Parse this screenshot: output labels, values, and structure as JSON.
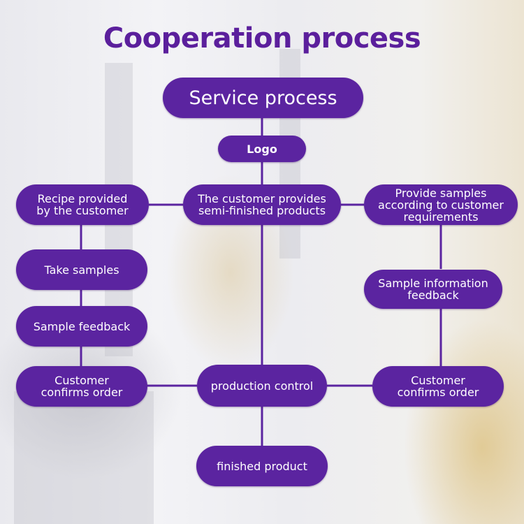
{
  "title": "Cooperation process",
  "colors": {
    "accent": "#5b24a0",
    "title": "#5b1f9c",
    "text": "#ffffff"
  },
  "nodes": {
    "service_process": "Service process",
    "logo": "Logo",
    "recipe_provided": "Recipe provided\nby the customer",
    "customer_provides_semi": "The customer provides\nsemi-finished products",
    "provide_samples": "Provide samples\naccording to customer\nrequirements",
    "take_samples": "Take samples",
    "sample_feedback": "Sample feedback",
    "sample_info_feedback": "Sample information\nfeedback",
    "left_confirm_order": "Customer\nconfirms order",
    "production_control": "production control",
    "right_confirm_order": "Customer\nconfirms order",
    "finished_product": "finished product"
  },
  "edges": [
    [
      "service_process",
      "logo"
    ],
    [
      "logo",
      "customer_provides_semi"
    ],
    [
      "recipe_provided",
      "customer_provides_semi"
    ],
    [
      "customer_provides_semi",
      "provide_samples"
    ],
    [
      "recipe_provided",
      "take_samples"
    ],
    [
      "take_samples",
      "sample_feedback"
    ],
    [
      "sample_feedback",
      "left_confirm_order"
    ],
    [
      "provide_samples",
      "sample_info_feedback"
    ],
    [
      "sample_info_feedback",
      "right_confirm_order"
    ],
    [
      "customer_provides_semi",
      "production_control"
    ],
    [
      "left_confirm_order",
      "production_control"
    ],
    [
      "production_control",
      "right_confirm_order"
    ],
    [
      "production_control",
      "finished_product"
    ]
  ]
}
